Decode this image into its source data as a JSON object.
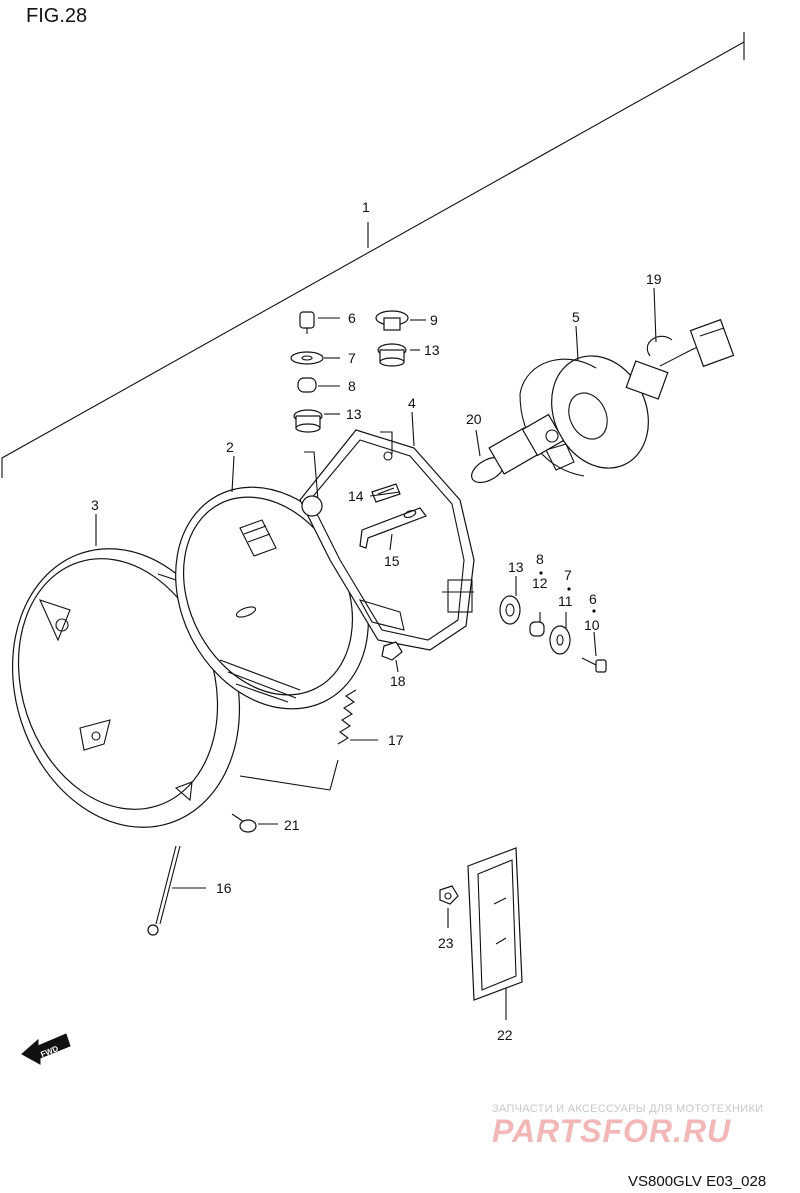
{
  "figure": {
    "title": "FIG.28",
    "code": "VS800GLV E03_028"
  },
  "direction_marker": {
    "text": "FWD",
    "icon": "fwd-arrow-icon"
  },
  "watermark": {
    "line1": "ЗАПЧАСТИ И АКСЕССУАРЫ ДЛЯ МОТОТЕХНИКИ",
    "line2": "PARTSFOR.RU"
  },
  "callouts": [
    {
      "id": "c1",
      "text": "1"
    },
    {
      "id": "c2",
      "text": "2"
    },
    {
      "id": "c3",
      "text": "3"
    },
    {
      "id": "c4",
      "text": "4"
    },
    {
      "id": "c5",
      "text": "5"
    },
    {
      "id": "c6",
      "text": "6"
    },
    {
      "id": "c7",
      "text": "7"
    },
    {
      "id": "c8",
      "text": "8"
    },
    {
      "id": "c9",
      "text": "9"
    },
    {
      "id": "c13a",
      "text": "13"
    },
    {
      "id": "c13b",
      "text": "13"
    },
    {
      "id": "c14",
      "text": "14"
    },
    {
      "id": "c15",
      "text": "15"
    },
    {
      "id": "c16",
      "text": "16"
    },
    {
      "id": "c17",
      "text": "17"
    },
    {
      "id": "c18",
      "text": "18"
    },
    {
      "id": "c19",
      "text": "19"
    },
    {
      "id": "c20",
      "text": "20"
    },
    {
      "id": "c21",
      "text": "21"
    },
    {
      "id": "c22",
      "text": "22"
    },
    {
      "id": "c23",
      "text": "23"
    },
    {
      "id": "c13c",
      "text": "13"
    },
    {
      "id": "c8b",
      "text": "8"
    },
    {
      "id": "c12",
      "text": "12"
    },
    {
      "id": "c7b",
      "text": "7"
    },
    {
      "id": "c11",
      "text": "11"
    },
    {
      "id": "c6b",
      "text": "6"
    },
    {
      "id": "c10",
      "text": "10"
    }
  ]
}
